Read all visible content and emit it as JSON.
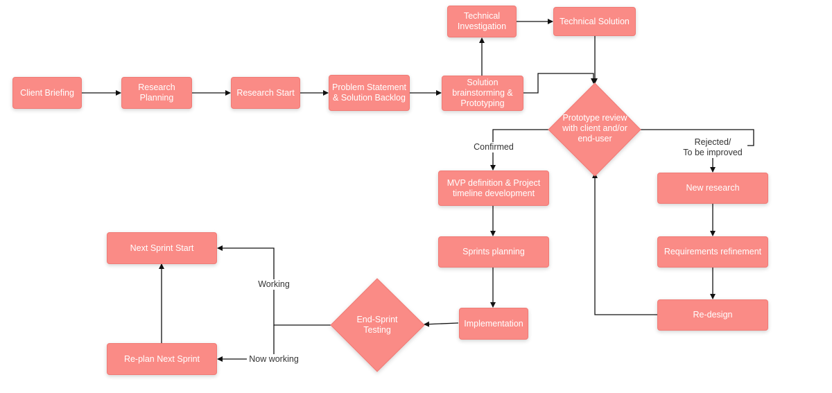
{
  "diagram": {
    "colors": {
      "node_fill": "#fa8b86",
      "node_border": "#f07a75",
      "text": "#ffffff",
      "edge": "#111111",
      "edge_label": "#333333"
    },
    "nodes": {
      "client_briefing": "Client Briefing",
      "research_planning": "Research\nPlanning",
      "research_start": "Research Start",
      "problem_statement": "Problem Statement\n& Solution Backlog",
      "solution_brainstorming": "Solution\nbrainstorming &\nPrototyping",
      "technical_investigation": "Technical\nInvestigation",
      "technical_solution": "Technical Solution",
      "prototype_review": "Prototype review\nwith client and/or\nend-user",
      "mvp_definition": "MVP definition & Project\ntimeline development",
      "sprints_planning": "Sprints planning",
      "implementation": "Implementation",
      "end_sprint_testing": "End-Sprint\nTesting",
      "next_sprint_start": "Next Sprint Start",
      "replan_next_sprint": "Re-plan Next Sprint",
      "new_research": "New research",
      "requirements_refinement": "Requirements refinement",
      "redesign": "Re-design"
    },
    "edge_labels": {
      "confirmed": "Confirmed",
      "rejected": "Rejected/\nTo be improved",
      "working": "Working",
      "now_working": "Now working"
    }
  }
}
